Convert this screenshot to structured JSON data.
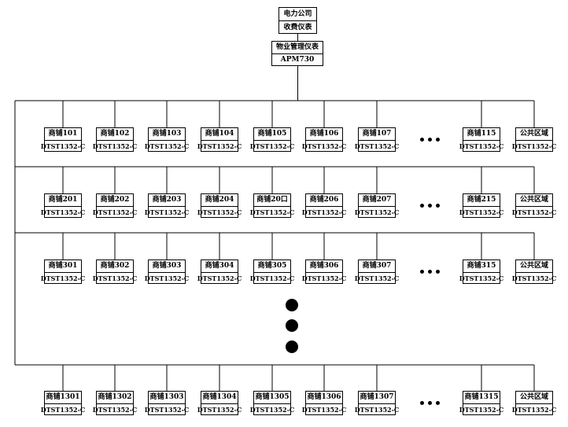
{
  "top_box": {
    "line1": "电力公司",
    "line2": "收费仪表"
  },
  "mgmt_box": {
    "line1": "物业管理仪表",
    "line2": "APM730"
  },
  "rows": [
    {
      "shops": [
        {
          "name": "商铺101",
          "model": "DTST1352-C"
        },
        {
          "name": "商铺102",
          "model": "DTST1352-C"
        },
        {
          "name": "商铺103",
          "model": "DTST1352-C"
        },
        {
          "name": "商铺104",
          "model": "DTST1352-C"
        },
        {
          "name": "商铺105",
          "model": "DTST1352-C"
        },
        {
          "name": "商铺106",
          "model": "DTST1352-C"
        },
        {
          "name": "商铺107",
          "model": "DTST1352-C"
        },
        {
          "name": "商铺115",
          "model": "DTST1352-C"
        },
        {
          "name": "公共区域",
          "model": "DTST1352-C"
        }
      ]
    },
    {
      "shops": [
        {
          "name": "商铺201",
          "model": "DTST1352-C"
        },
        {
          "name": "商铺202",
          "model": "DTST1352-C"
        },
        {
          "name": "商铺203",
          "model": "DTST1352-C"
        },
        {
          "name": "商铺204",
          "model": "DTST1352-C"
        },
        {
          "name": "商铺20口",
          "model": "DTST1352-C"
        },
        {
          "name": "商铺206",
          "model": "DTST1352-C"
        },
        {
          "name": "商铺207",
          "model": "DTST1352-C"
        },
        {
          "name": "商铺215",
          "model": "DTST1352-C"
        },
        {
          "name": "公共区域",
          "model": "DTST1352-C"
        }
      ]
    },
    {
      "shops": [
        {
          "name": "商铺301",
          "model": "DTST1352-C"
        },
        {
          "name": "商铺302",
          "model": "DTST1352-C"
        },
        {
          "name": "商铺303",
          "model": "DTST1352-C"
        },
        {
          "name": "商铺304",
          "model": "DTST1352-C"
        },
        {
          "name": "商铺305",
          "model": "DTST1352-C"
        },
        {
          "name": "商铺306",
          "model": "DTST1352-C"
        },
        {
          "name": "商铺307",
          "model": "DTST1352-C"
        },
        {
          "name": "商铺315",
          "model": "DTST1352-C"
        },
        {
          "name": "公共区域",
          "model": "DTST1352-C"
        }
      ]
    },
    {
      "shops": [
        {
          "name": "商铺1301",
          "model": "DTST1352-C"
        },
        {
          "name": "商铺1302",
          "model": "DTST1352-C"
        },
        {
          "name": "商铺1303",
          "model": "DTST1352-C"
        },
        {
          "name": "商铺1304",
          "model": "DTST1352-C"
        },
        {
          "name": "商铺1305",
          "model": "DTST1352-C"
        },
        {
          "name": "商铺1306",
          "model": "DTST1352-C"
        },
        {
          "name": "商铺1307",
          "model": "DTST1352-C"
        },
        {
          "name": "商铺1315",
          "model": "DTST1352-C"
        },
        {
          "name": "公共区域",
          "model": "DTST1352-C"
        }
      ]
    }
  ]
}
